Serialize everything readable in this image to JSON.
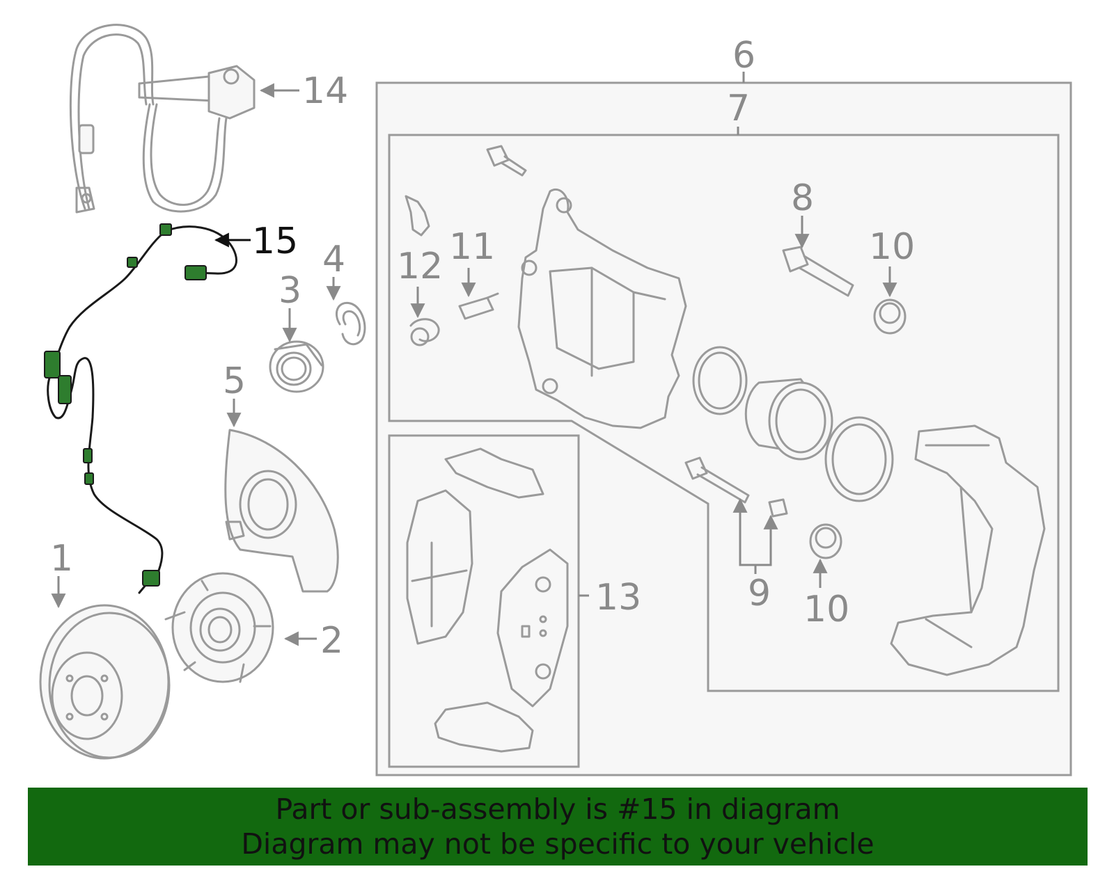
{
  "callouts": {
    "c1": "1",
    "c2": "2",
    "c3": "3",
    "c4": "4",
    "c5": "5",
    "c6": "6",
    "c7": "7",
    "c8": "8",
    "c9": "9",
    "c10a": "10",
    "c10b": "10",
    "c11": "11",
    "c12": "12",
    "c13": "13",
    "c14": "14",
    "c15": "15"
  },
  "highlighted_part": "15",
  "colors": {
    "highlight_part": "#2e7d2e",
    "banner_bg": "#12690f",
    "line_art": "#9a9a9a"
  },
  "banner": {
    "line1": "Part or sub-assembly is #15 in diagram",
    "line2": "Diagram may not be specific to your vehicle"
  }
}
